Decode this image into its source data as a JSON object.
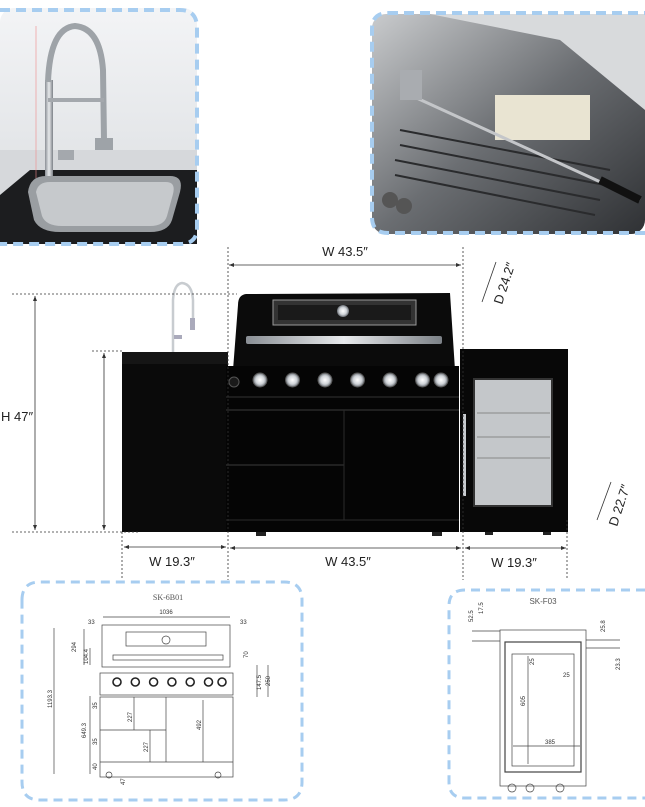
{
  "accent_color": "#a7cdf0",
  "photos": {
    "faucet": {
      "icon": "sink-faucet-photo"
    },
    "grill_interior": {
      "icon": "grill-rotisserie-photo"
    }
  },
  "main": {
    "grill_width_top": "W 43.5″",
    "grill_depth": "D 24.2″",
    "height": "H 47″",
    "fridge_depth": "D 22.7″",
    "sink_width": "W 19.3″",
    "grill_width_bottom": "W 43.5″",
    "fridge_width": "W 19.3″",
    "burner_knob_count": 7
  },
  "drawing_grill": {
    "model": "SK-6B01",
    "dims": {
      "total_width": "1036",
      "side_left": "33",
      "side_right": "33",
      "lid_height": "294",
      "handle_offset": "104.4",
      "top_right": "70",
      "panel_height": "147.5",
      "panel_total": "250",
      "total_height": "1193.3",
      "cabinet_height": "649.3",
      "gap_top": "35",
      "drawer_top": "227",
      "gap_mid": "35",
      "drawer_bottom": "227",
      "door_height": "492",
      "base": "40",
      "wheel": "47"
    }
  },
  "drawing_fridge": {
    "model": "SK-F03",
    "dims": {
      "top_total": "52.5",
      "top_gap": "17.5",
      "right_top": "25.8",
      "right_second": "23.3",
      "inner_top": "25",
      "inner_side": "25",
      "inner_height": "605",
      "inner_width": "385"
    }
  }
}
